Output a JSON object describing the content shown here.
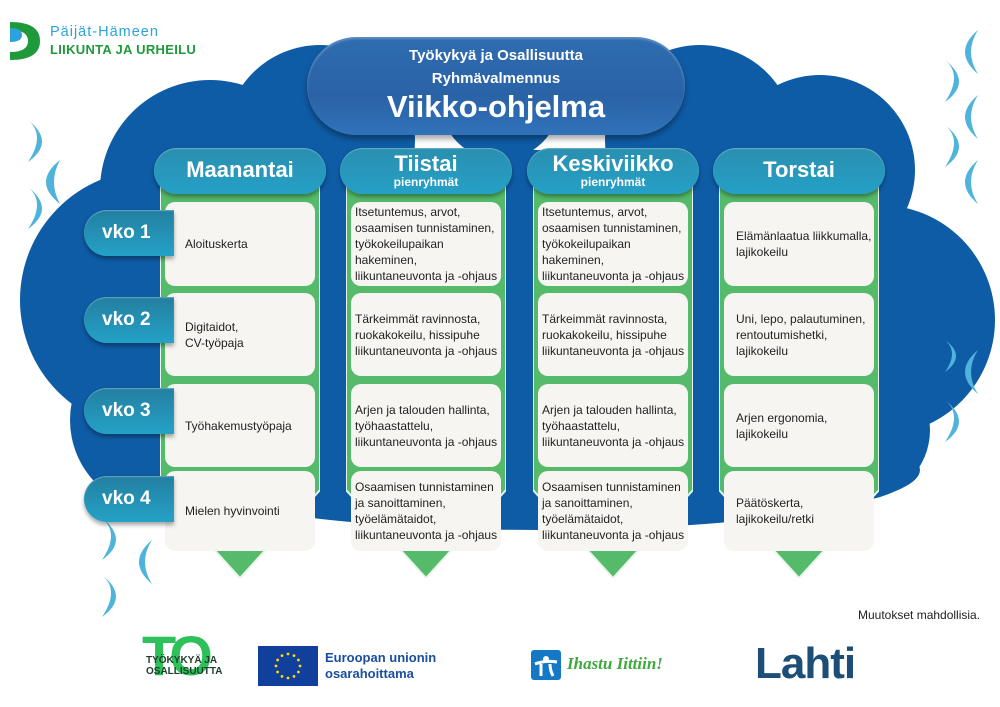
{
  "header_logo": {
    "line1": "Päijät-Hämeen",
    "line2": "LIIKUNTA JA URHEILU"
  },
  "title": {
    "line1": "Työkykyä ja Osallisuutta",
    "line2": "Ryhmävalmennus",
    "main": "Viikko-ohjelma"
  },
  "weeks": [
    "vko 1",
    "vko 2",
    "vko 3",
    "vko 4"
  ],
  "days": [
    {
      "name": "Maanantai",
      "sub": "",
      "items": [
        "Aloituskerta",
        "Digitaidot,\nCV-työpaja",
        "Työhakemustyöpaja",
        "Mielen hyvinvointi"
      ]
    },
    {
      "name": "Tiistai",
      "sub": "pienryhmät",
      "items": [
        "Itsetuntemus, arvot,\nosaamisen tunnistaminen,\ntyökokeilupaikan hakeminen,\nliikuntaneuvonta ja -ohjaus",
        "Tärkeimmät ravinnosta,\nruokakokeilu, hissipuhe\nliikuntaneuvonta ja -ohjaus",
        "Arjen ja talouden hallinta,\ntyöhaastattelu,\nliikuntaneuvonta ja -ohjaus",
        "Osaamisen tunnistaminen\nja sanoittaminen,\ntyöelämätaidot,\nliikuntaneuvonta ja -ohjaus"
      ]
    },
    {
      "name": "Keskiviikko",
      "sub": "pienryhmät",
      "items": [
        "Itsetuntemus, arvot,\nosaamisen tunnistaminen,\ntyökokeilupaikan hakeminen,\nliikuntaneuvonta ja -ohjaus",
        "Tärkeimmät ravinnosta,\nruokakokeilu, hissipuhe\nliikuntaneuvonta ja -ohjaus",
        "Arjen ja talouden hallinta,\ntyöhaastattelu,\nliikuntaneuvonta ja -ohjaus",
        "Osaamisen tunnistaminen\nja sanoittaminen,\ntyöelämätaidot,\nliikuntaneuvonta ja -ohjaus"
      ]
    },
    {
      "name": "Torstai",
      "sub": "",
      "items": [
        "Elämänlaatua liikkumalla,\nlajikokeilu",
        "Uni, lepo, palautuminen,\nrentoutumishetki,\nlajikokeilu",
        "Arjen ergonomia,\nlajikokeilu",
        "Päätöskerta,\nlajikokeilu/retki"
      ]
    }
  ],
  "note": "Muutokset mahdollisia.",
  "footer_logos": {
    "to_logo": {
      "big": "TO",
      "line1": "TYÖKYKYÄ JA",
      "line2": "OSALLISUUTTA"
    },
    "eu": {
      "line1": "Euroopan unionin",
      "line2": "osarahoittama"
    },
    "ihastu": "Ihastu Iittiin!",
    "lahti": "Lahti"
  },
  "colors": {
    "cloud_blue": "#0f5ca6",
    "crescent_blue": "#4fb3dc",
    "column_green": "#55bb6a",
    "pill_blue": "#2c68ad",
    "tab_teal": "#24a0c6",
    "card_bg": "#f6f5f1"
  }
}
